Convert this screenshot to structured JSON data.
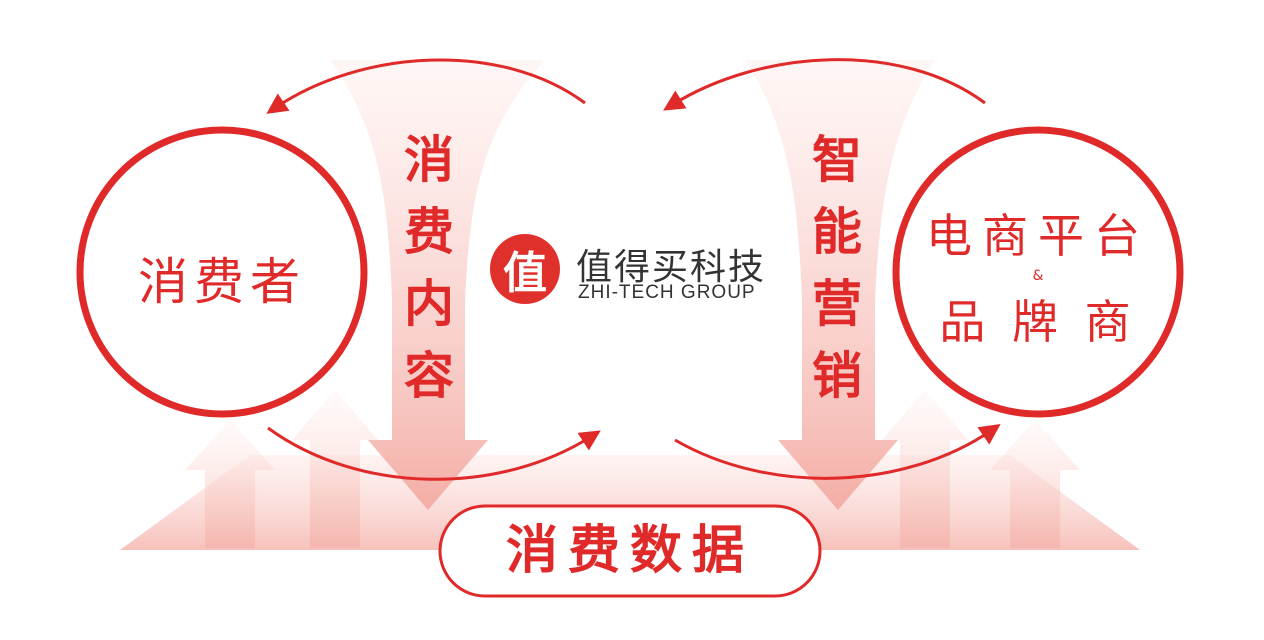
{
  "consumer": "消费者",
  "ecommerce": {
    "line1": "电商平台",
    "amp": "&",
    "line2": "品 牌 商"
  },
  "left_flow": "消费内容",
  "right_flow": "智能营销",
  "brand": {
    "icon_char": "值",
    "name_cn": "值得买科技",
    "name_en": "ZHI-TECH GROUP"
  },
  "bottom": "消费数据",
  "colors": {
    "accent": "#e02a2a",
    "glow": "#f6c3bf"
  }
}
